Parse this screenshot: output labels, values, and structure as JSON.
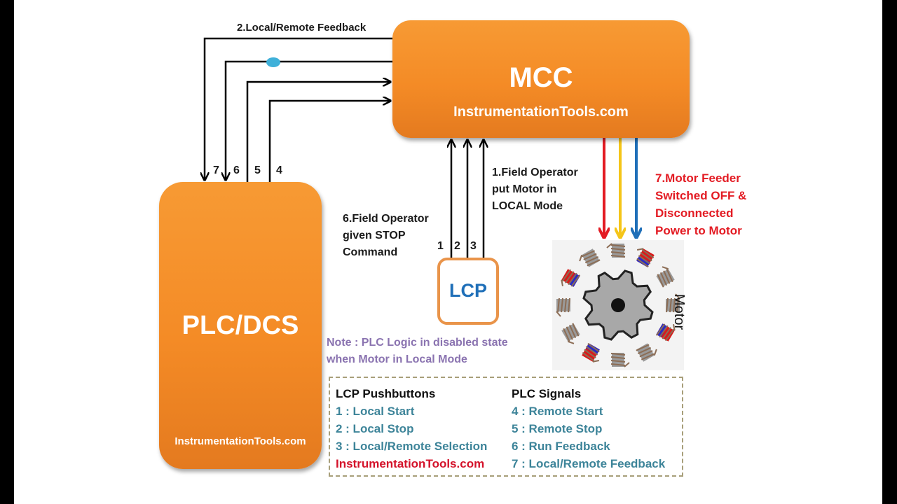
{
  "blocks": {
    "mcc": {
      "title": "MCC",
      "site": "InstrumentationTools.com"
    },
    "plc": {
      "title": "PLC/DCS",
      "site": "InstrumentationTools.com"
    },
    "lcp": {
      "title": "LCP"
    },
    "motor": {
      "label": "Motor"
    }
  },
  "labels": {
    "feedback_top": "2.Local/Remote Feedback",
    "step1": [
      "1.Field Operator",
      "put Motor in",
      "LOCAL Mode"
    ],
    "step6": [
      "6.Field Operator",
      "given STOP",
      "Command"
    ],
    "step7": [
      "7.Motor Feeder",
      "Switched OFF &",
      "Disconnected",
      "Power to Motor"
    ],
    "note": [
      "Note : PLC Logic in disabled state",
      "when Motor in Local Mode"
    ]
  },
  "wire_numbers": {
    "plc": [
      "7",
      "6",
      "5",
      "4"
    ],
    "lcp": [
      "1",
      "2",
      "3"
    ]
  },
  "legend": {
    "lcp_heading": "LCP Pushbuttons",
    "lcp_items": [
      "1 : Local Start",
      "2 : Local Stop",
      "3 : Local/Remote Selection"
    ],
    "site": "InstrumentationTools.com",
    "plc_heading": "PLC Signals",
    "plc_items": [
      "4 : Remote Start",
      "5 : Remote Stop",
      "6 : Run Feedback",
      "7 : Local/Remote Feedback"
    ]
  },
  "colors": {
    "orange": "#f48b26",
    "lcp_text": "#1f6fb8",
    "phase_red": "#e31b23",
    "phase_yellow": "#f5c518",
    "phase_blue": "#1f6fb8",
    "note": "#8a73b0",
    "legend_item": "#3d8499",
    "indicator_dot": "#3fb0d9"
  }
}
